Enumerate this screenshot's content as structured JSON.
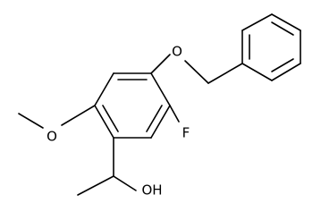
{
  "molecule": {
    "atoms": {
      "oxygen_benzyloxy": "O",
      "fluorine": "F",
      "oxygen_methoxy": "O",
      "hydroxyl": "OH"
    }
  },
  "colors": {
    "background": "#ffffff",
    "ink": "#000000"
  }
}
